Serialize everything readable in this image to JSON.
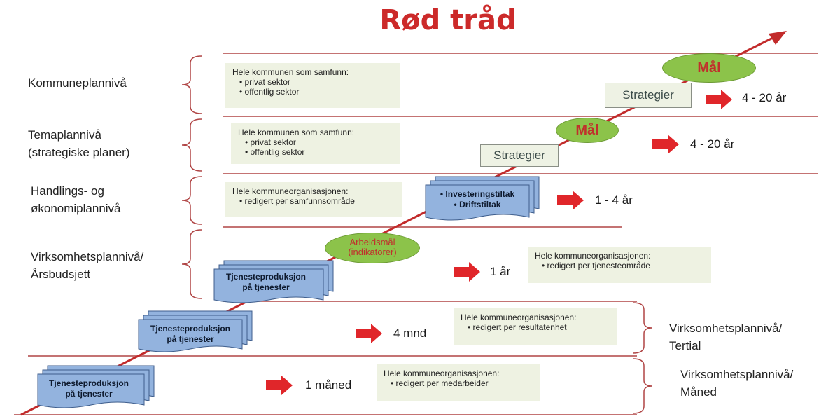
{
  "title": "Rød tråd",
  "levels": [
    {
      "id": "kommuneplan",
      "label_lines": [
        "Kommuneplannivå"
      ],
      "info_lines": [
        "Hele kommunen som samfunn:"
      ],
      "info_bullets": [
        "privat sektor",
        "offentlig sektor"
      ],
      "period": "4 - 20 år"
    },
    {
      "id": "temaplan",
      "label_lines": [
        "Temaplannivå",
        "(strategiske planer)"
      ],
      "info_lines": [
        "Hele kommunen som samfunn:"
      ],
      "info_bullets": [
        "privat sektor",
        "offentlig sektor"
      ],
      "period": "4 - 20 år"
    },
    {
      "id": "handling",
      "label_lines": [
        "Handlings- og",
        "økonomiplannivå"
      ],
      "info_lines": [
        "Hele kommuneorganisasjonen:"
      ],
      "info_bullets": [
        "redigert per samfunnsområde"
      ],
      "period": "1 - 4 år"
    },
    {
      "id": "virksomhet-aar",
      "label_lines": [
        "Virksomhetsplannivå/",
        "Årsbudsjett"
      ],
      "info_lines": [
        "Hele kommuneorganisasjonen:"
      ],
      "info_bullets": [
        "redigert per tjenesteområde"
      ],
      "period": "1 år"
    },
    {
      "id": "virksomhet-tertial",
      "label_lines": [
        "Virksomhetsplannivå/",
        "Tertial"
      ],
      "info_lines": [
        "Hele kommuneorganisasjonen:"
      ],
      "info_bullets": [
        "redigert per resultatenhet"
      ],
      "period": "4 mnd"
    },
    {
      "id": "virksomhet-maaned",
      "label_lines": [
        "Virksomhetsplannivå/",
        "Måned"
      ],
      "info_lines": [
        "Hele kommuneorganisasjonen:"
      ],
      "info_bullets": [
        "redigert per medarbeider"
      ],
      "period": "1 måned"
    }
  ],
  "strategy_label": "Strategier",
  "goal_label": "Mål",
  "work_goal_lines": [
    "Arbeidsmål",
    "(indikatorer)"
  ],
  "docs": {
    "investering": [
      "Investeringstiltak",
      "Driftstiltak"
    ],
    "tjeneste": [
      "Tjenesteproduksjon",
      "på tjenester"
    ]
  },
  "colors": {
    "title": "#cc2a2a",
    "thread": "#c22a2a",
    "divider": "#b04545",
    "bracket": "#b04545",
    "arrow": "#e0262a",
    "oval": "#8cc34a",
    "oval_text": "#c0302c",
    "info_box": "#eef2e2",
    "doc_fill": "#93b3de",
    "doc_stroke": "#3f5e8c"
  }
}
